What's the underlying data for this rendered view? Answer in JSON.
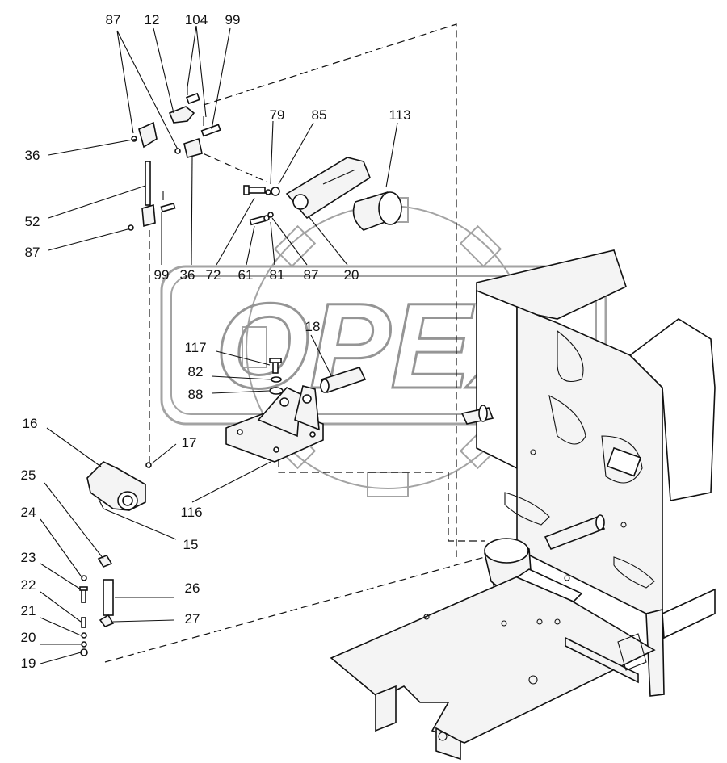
{
  "watermark": {
    "text": "OPEX"
  },
  "labels": {
    "l87a": "87",
    "l12": "12",
    "l104": "104",
    "l99a": "99",
    "l36a": "36",
    "l52": "52",
    "l87b": "87",
    "l79": "79",
    "l85": "85",
    "l113": "113",
    "l99b": "99",
    "l36b": "36",
    "l72": "72",
    "l61": "61",
    "l81": "81",
    "l87c": "87",
    "l20": "20",
    "l18": "18",
    "l117": "117",
    "l82": "82",
    "l88": "88",
    "l16": "16",
    "l17": "17",
    "l25": "25",
    "l116": "116",
    "l15": "15",
    "l24": "24",
    "l23": "23",
    "l26": "26",
    "l22": "22",
    "l21": "21",
    "l27": "27",
    "l20b": "20",
    "l19": "19"
  }
}
